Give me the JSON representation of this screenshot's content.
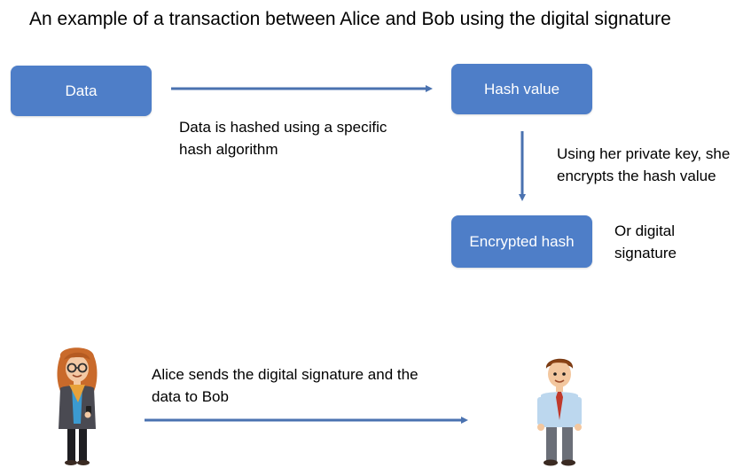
{
  "title": "An example of a transaction between Alice and Bob using the digital signature",
  "nodes": {
    "data": "Data",
    "hash": "Hash value",
    "encrypted": "Encrypted hash"
  },
  "notes": {
    "hashing_line1": "Data is hashed using a specific",
    "hashing_line2": "hash algorithm",
    "encrypt_line1": "Using her private key, she",
    "encrypt_line2": "encrypts the hash value",
    "signature_line1": "Or digital",
    "signature_line2": "signature",
    "send_line1": "Alice sends the digital signature and the",
    "send_line2": "data to  Bob"
  },
  "colors": {
    "box_fill": "#4e7ec8",
    "arrow": "#4a72b0"
  },
  "figures": [
    "alice-figure",
    "bob-figure"
  ]
}
